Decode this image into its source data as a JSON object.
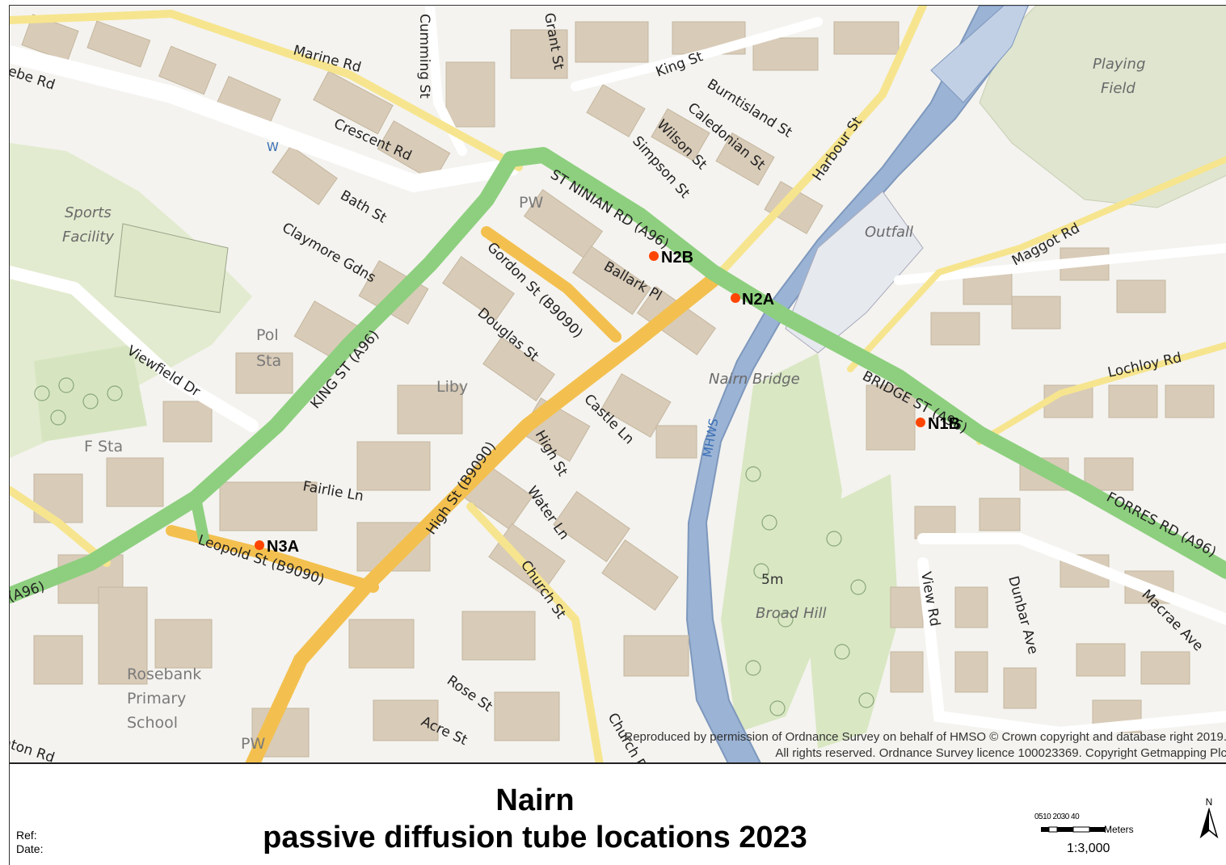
{
  "title_line1": "Nairn",
  "title_line2": "passive diffusion tube locations 2023",
  "ref_label": "Ref:",
  "date_label": "Date:",
  "scale": {
    "ticks": "0510 2030 40",
    "unit": "Meters",
    "ratio": "1:3,000"
  },
  "north_label": "N",
  "credit_line1": "Reproduced by permission of Ordnance Survey on behalf of HMSO © Crown copyright and database right 2019.",
  "credit_line2": "All rights reserved. Ordnance Survey licence 100023369. Copyright Getmapping Plc",
  "monitoring_sites": [
    {
      "id": "N2B"
    },
    {
      "id": "N2A"
    },
    {
      "id": "N1B"
    },
    {
      "id": "N3A"
    }
  ],
  "road_labels": {
    "marine_rd": "Marine Rd",
    "glebe_rd": "Glebe Rd",
    "cumming_st": "Cumming St",
    "grant_st": "Grant St",
    "king_st_top": "King St",
    "burntisland_st": "Burntisland St",
    "caledonian_st": "Caledonian St",
    "wilson_st": "Wilson St",
    "simpson_st": "Simpson St",
    "harbour_st": "Harbour St",
    "crescent_rd": "Crescent Rd",
    "bath_st": "Bath St",
    "claymore_gdns": "Claymore Gdns",
    "st_ninian_rd": "ST NINIAN RD (A96)",
    "gordon_st": "Gordon St (B9090)",
    "ballark_pl": "Ballark Pl",
    "douglas_st": "Douglas St",
    "viewfield_dr": "Viewfield Dr",
    "king_st_a96": "KING ST (A96)",
    "castle_ln": "Castle Ln",
    "high_st": "High St",
    "high_st_b9090": "High St (B9090)",
    "water_ln": "Water Ln",
    "fairlie_ln": "Fairlie Ln",
    "leopold_st": "Leopold St (B9090)",
    "a96_left": "(A96)",
    "church_st": "Church St",
    "rose_st": "Rose St",
    "acre_st": "Acre St",
    "church_rd": "Church Rd",
    "seaton_rd": "Seaton Rd",
    "maggot_rd": "Maggot Rd",
    "lochloy_rd": "Lochloy Rd",
    "bridge_st": "BRIDGE ST (A96)",
    "forres_rd": "FORRES RD (A96)",
    "view_rd": "View Rd",
    "dunbar_ave": "Dunbar Ave",
    "macrae_ave": "Macrae Ave"
  },
  "place_labels": {
    "playing_field_1": "Playing",
    "playing_field_2": "Field",
    "sports_facility_1": "Sports",
    "sports_facility_2": "Facility",
    "outfall": "Outfall",
    "pol_sta_1": "Pol",
    "pol_sta_2": "Sta",
    "liby": "Liby",
    "nairn_bridge": "Nairn Bridge",
    "mhws": "MHWS",
    "f_sta": "F Sta",
    "broad_hill": "Broad Hill",
    "five_m": "5m",
    "rosebank_1": "Rosebank",
    "rosebank_2": "Primary",
    "rosebank_3": "School",
    "pw_1": "PW",
    "pw_2": "PW",
    "w": "W"
  },
  "colors": {
    "a_road": "#8dcf7e",
    "b_road": "#f3c04f",
    "minor_road_yellow": "#f6e58e",
    "river": "#9bb3d4",
    "river_edge": "#7e98bd",
    "building": "#d8cbb8",
    "greenspace": "#dfe8c9",
    "site_marker": "#ff4500"
  }
}
